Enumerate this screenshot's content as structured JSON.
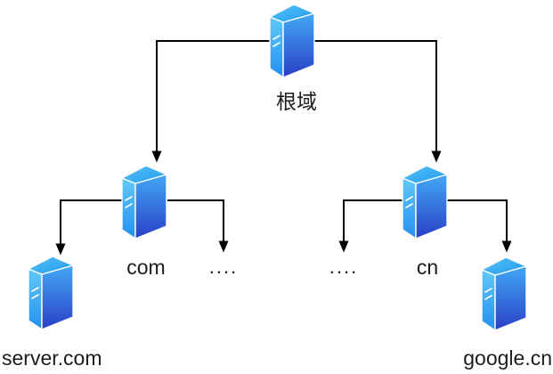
{
  "diagram": {
    "kind": "dns-hierarchy-tree",
    "background": "#ffffff",
    "nodes": [
      {
        "id": "root",
        "label": "根域",
        "icon": "server-icon"
      },
      {
        "id": "com",
        "label": "com",
        "icon": "server-icon"
      },
      {
        "id": "cn",
        "label": "cn",
        "icon": "server-icon"
      },
      {
        "id": "com-more",
        "label": "....",
        "icon": null
      },
      {
        "id": "cn-more",
        "label": "....",
        "icon": null
      },
      {
        "id": "server-com",
        "label": "server.com",
        "icon": "server-icon"
      },
      {
        "id": "google-cn",
        "label": "google.cn",
        "icon": "server-icon"
      }
    ],
    "edges": [
      {
        "from": "root",
        "to": "com"
      },
      {
        "from": "root",
        "to": "cn"
      },
      {
        "from": "com",
        "to": "server-com"
      },
      {
        "from": "com",
        "to": "com-more"
      },
      {
        "from": "cn",
        "to": "cn-more"
      },
      {
        "from": "cn",
        "to": "google-cn"
      }
    ],
    "colors": {
      "connector": "#000000",
      "label_text": "#1c1c1c",
      "server_top_light": "#58c1f7",
      "server_top_dark": "#1f9bee",
      "server_front_light": "#62c8f9",
      "server_front_dark": "#2490f1",
      "server_side_light": "#42a8f5",
      "server_side_dark": "#2a3fc6",
      "server_edge": "#ffffff"
    }
  }
}
